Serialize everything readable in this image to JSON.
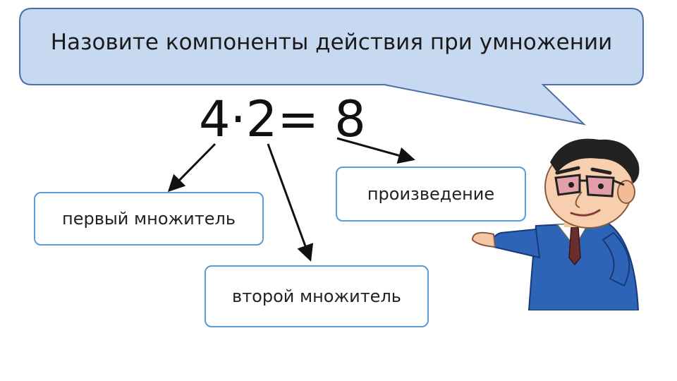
{
  "bubble": {
    "text": "Назовите компоненты действия при умножении"
  },
  "equation": {
    "text": "4·2= 8"
  },
  "labels": {
    "first_factor": "первый множитель",
    "second_factor": "второй множитель",
    "product": "произведение"
  },
  "colors": {
    "bubble_fill": "#c6d9f1",
    "bubble_stroke": "#4a6fa5",
    "box_border": "#5b9bd5",
    "arrow": "#111111"
  },
  "icons": [
    "professor-character-illustration"
  ]
}
